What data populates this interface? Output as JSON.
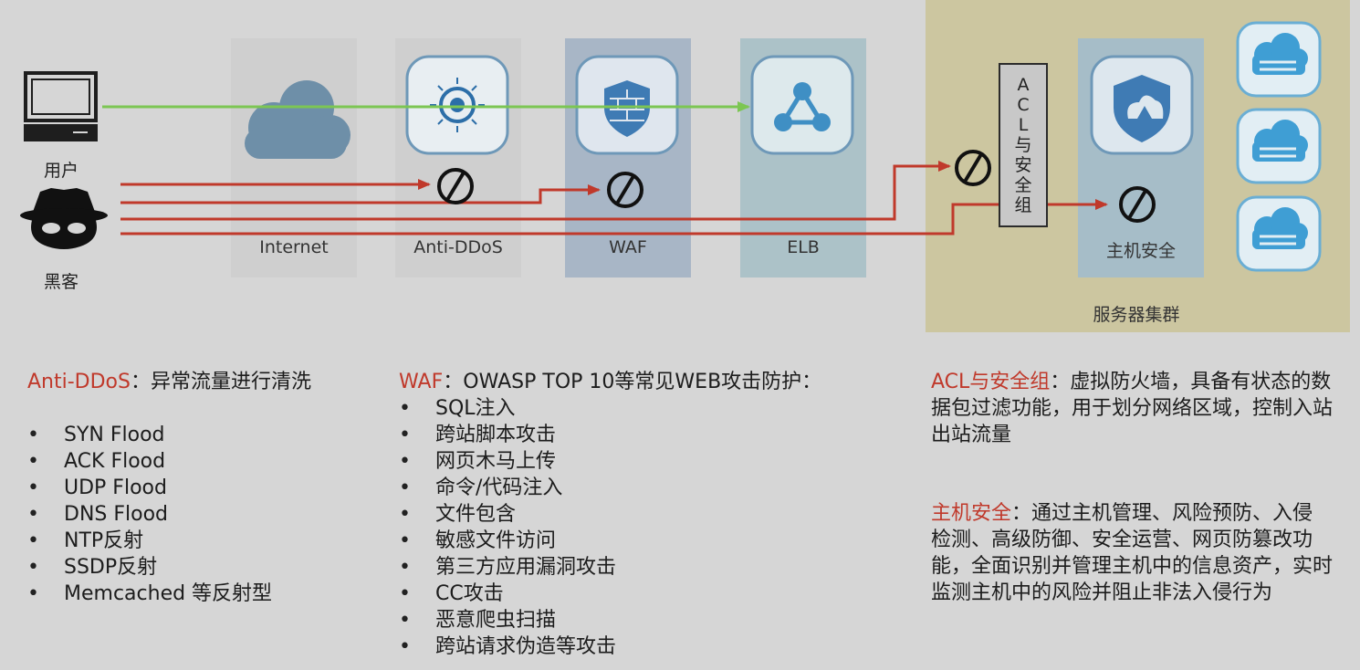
{
  "actors": {
    "user_label": "用户",
    "hacker_label": "黑客"
  },
  "lanes": [
    {
      "key": "internet",
      "label": "Internet",
      "icon": "cloud-icon"
    },
    {
      "key": "anti-ddos",
      "label": "Anti-DDoS",
      "icon": "radar-icon"
    },
    {
      "key": "waf",
      "label": "WAF",
      "icon": "firewall-shield-icon"
    },
    {
      "key": "elb",
      "label": "ELB",
      "icon": "load-balancer-icon"
    }
  ],
  "cluster": {
    "label": "服务器集群",
    "acl_chars": [
      "A",
      "C",
      "L",
      "与",
      "安",
      "全",
      "组"
    ],
    "host_security_label": "主机安全",
    "server_icons": [
      "cloud-server-icon",
      "cloud-server-icon",
      "cloud-server-icon"
    ]
  },
  "colors": {
    "allowed_flow": "#7cc653",
    "blocked_flow": "#c0392b",
    "accent_text": "#c0392b",
    "cluster_bg": "#ccc6a0"
  },
  "panels": {
    "anti_ddos": {
      "title": "Anti-DDoS",
      "desc": "：异常流量进行清洗",
      "items": [
        "SYN Flood",
        "ACK Flood",
        "UDP Flood",
        "DNS Flood",
        "NTP反射",
        "SSDP反射",
        "Memcached 等反射型"
      ]
    },
    "waf": {
      "title": "WAF",
      "desc": "：OWASP TOP 10等常见WEB攻击防护：",
      "items": [
        "SQL注入",
        "跨站脚本攻击",
        "网页木马上传",
        "命令/代码注入",
        "文件包含",
        "敏感文件访问",
        "第三方应用漏洞攻击",
        "CC攻击",
        "恶意爬虫扫描",
        "跨站请求伪造等攻击"
      ]
    },
    "acl": {
      "title": "ACL与安全组",
      "desc": "：虚拟防火墙，具备有状态的数据包过滤功能，用于划分网络区域，控制入站出站流量"
    },
    "host": {
      "title": "主机安全",
      "desc": "：通过主机管理、风险预防、入侵检测、高级防御、安全运营、网页防篡改功能，全面识别并管理主机中的信息资产，实时监测主机中的风险并阻止非法入侵行为"
    }
  }
}
